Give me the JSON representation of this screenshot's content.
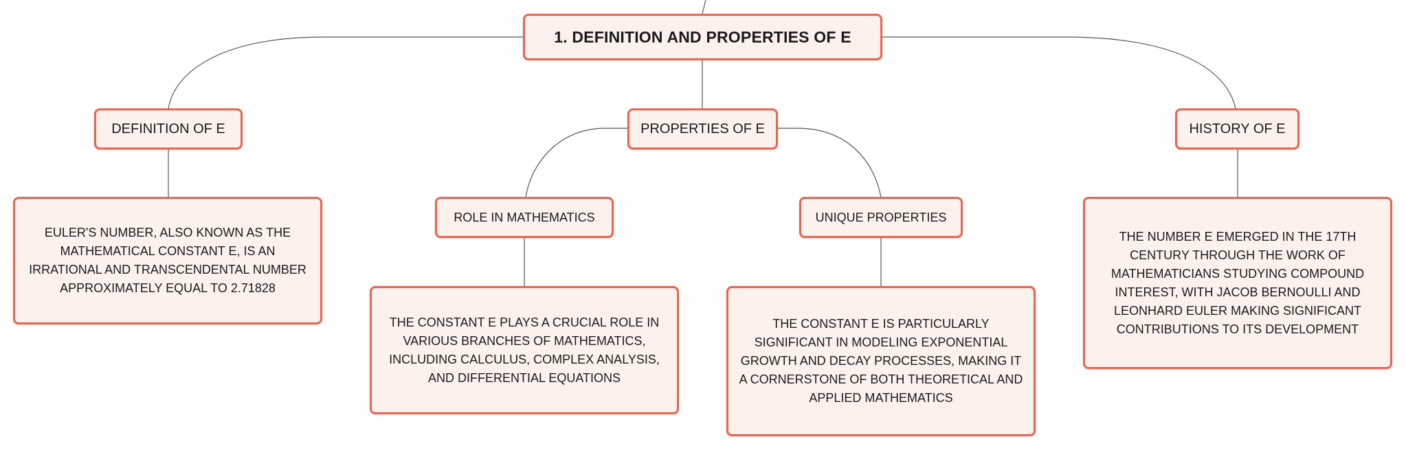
{
  "colors": {
    "node_border": "#e8654f",
    "node_fill": "#fdf1ed",
    "connector": "#555555",
    "text": "#1a1a1a"
  },
  "root": {
    "label": "1. DEFINITION AND PROPERTIES OF E"
  },
  "branches": {
    "definition": {
      "label": "DEFINITION OF E",
      "detail": "EULER'S NUMBER, ALSO KNOWN AS THE MATHEMATICAL CONSTANT E, IS AN IRRATIONAL AND TRANSCENDENTAL NUMBER APPROXIMATELY EQUAL TO 2.71828"
    },
    "properties": {
      "label": "PROPERTIES OF E",
      "children": {
        "role": {
          "label": "ROLE IN MATHEMATICS",
          "detail": "THE CONSTANT E PLAYS A CRUCIAL ROLE IN VARIOUS BRANCHES OF MATHEMATICS, INCLUDING CALCULUS, COMPLEX ANALYSIS, AND DIFFERENTIAL EQUATIONS"
        },
        "unique": {
          "label": "UNIQUE PROPERTIES",
          "detail": "THE CONSTANT E IS PARTICULARLY SIGNIFICANT IN MODELING EXPONENTIAL GROWTH AND DECAY PROCESSES, MAKING IT A CORNERSTONE OF BOTH THEORETICAL AND APPLIED MATHEMATICS"
        }
      }
    },
    "history": {
      "label": "HISTORY OF E",
      "detail": "THE NUMBER E EMERGED IN THE 17TH CENTURY THROUGH THE WORK OF MATHEMATICIANS STUDYING COMPOUND INTEREST, WITH JACOB BERNOULLI AND LEONHARD EULER MAKING SIGNIFICANT CONTRIBUTIONS TO ITS DEVELOPMENT"
    }
  }
}
